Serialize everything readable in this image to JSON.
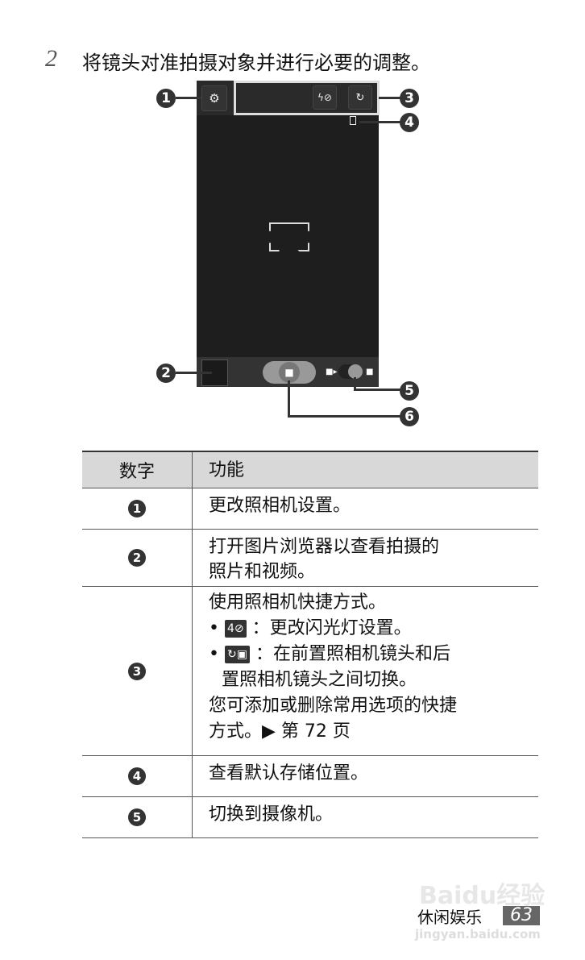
{
  "step": {
    "number": "2",
    "text": "将镜头对准拍摄对象并进行必要的调整。"
  },
  "figure": {
    "callouts": [
      "1",
      "2",
      "3",
      "4",
      "5",
      "6"
    ],
    "icons": {
      "settings": "gear-icon",
      "flash": "flash-off-icon",
      "switch_camera": "camera-switch-icon",
      "storage": "phone-storage-icon",
      "shutter": "camera-icon",
      "video": "video-camera-icon",
      "camera": "camera-icon"
    }
  },
  "table": {
    "headers": [
      "数字",
      "功能"
    ],
    "rows": [
      {
        "num": "1",
        "lines": [
          "更改照相机设置。"
        ]
      },
      {
        "num": "2",
        "lines": [
          "打开图片浏览器以查看拍摄的",
          "照片和视频。"
        ]
      },
      {
        "num": "3",
        "intro": "使用照相机快捷方式。",
        "bullets": [
          {
            "icon": "4⊘",
            "text": "：更改闪光灯设置。"
          },
          {
            "icon": "↻▣",
            "text": "：在前置照相机镜头和后",
            "text2": "置照相机镜头之间切换。"
          }
        ],
        "outro": [
          "您可添加或删除常用选项的快捷",
          "方式。▶ 第 72 页"
        ]
      },
      {
        "num": "4",
        "lines": [
          "查看默认存储位置。"
        ]
      },
      {
        "num": "5",
        "lines": [
          "切换到摄像机。"
        ]
      }
    ]
  },
  "footer": {
    "section": "休闲娱乐",
    "page": "63"
  },
  "watermark": {
    "logo": "Baidu经验",
    "url": "jingyan.baidu.com"
  }
}
